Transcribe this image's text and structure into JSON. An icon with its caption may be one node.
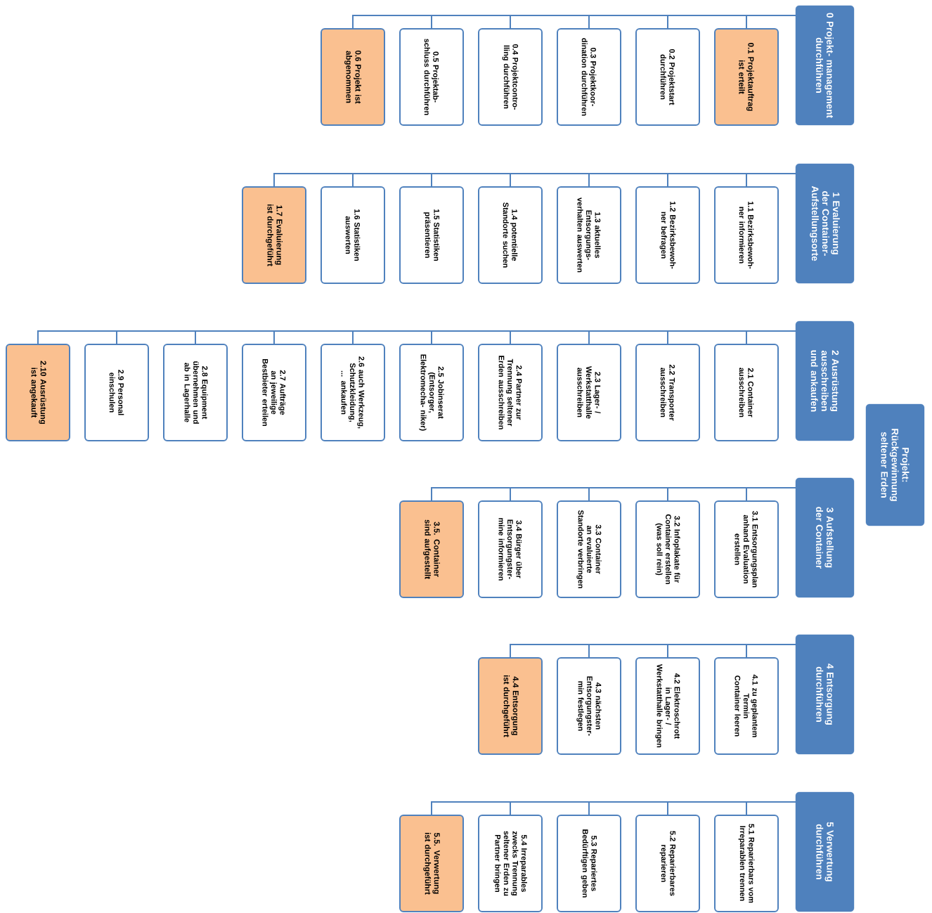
{
  "diagram": {
    "nodes": [
      {
        "text": [
          "Projekt: Rückgewinnung seltener Erden"
        ]
      },
      {
        "text": [
          "0 Projekt- management durchführen"
        ]
      },
      {
        "text": [
          "0.1 Projektauftrag ist erteilt"
        ]
      },
      {
        "text": [
          "0.2 Projektstart durchführen"
        ]
      },
      {
        "text": [
          "0.3 Projektkoor- dination durchführen"
        ]
      },
      {
        "text": [
          "0.4 Projektcontro- lling durchführen"
        ]
      },
      {
        "text": [
          "0.5 Projektab- schluss durchführen"
        ]
      },
      {
        "text": [
          "0.6 Projekt ist abgenommen"
        ]
      },
      {
        "text": [
          "1 Evaluierung der Container- Aufstellungsorte"
        ]
      },
      {
        "text": [
          "1.1 Bezirksbewoh- ner informieren"
        ]
      },
      {
        "text": [
          "1.2 Bezirksbewoh- ner befragen"
        ]
      },
      {
        "text": [
          "1.3 aktuelles Entsorgungs- verhalten auswerten"
        ]
      },
      {
        "text": [
          "1.4 potentielle Standorte suchen"
        ]
      },
      {
        "text": [
          "1.5 Statistiken präsentieren"
        ]
      },
      {
        "text": [
          "1.6 Statistiken auswerten"
        ]
      },
      {
        "text": [
          "1.7 Evaluierung ist durchgeführt"
        ]
      },
      {
        "text": [
          "2 Ausrüstung ausschreiben und ankaufen"
        ]
      },
      {
        "text": [
          "2.1 Container ausschreiben"
        ]
      },
      {
        "text": [
          "2.2 Transporter ausschreiben"
        ]
      },
      {
        "text": [
          "2.3 Lager- / Werkstatthalle ausschreiben"
        ]
      },
      {
        "text": [
          "2.4 Partner zur Trennung seltener Erden ausschreiben"
        ]
      },
      {
        "text": [
          "2.5 Jobinserat (Entsorger, Elektromecha- niker)"
        ]
      },
      {
        "text": [
          "2.6 auch Werkzeug, Schutzkleidung, ... ankaufen"
        ]
      },
      {
        "text": [
          "2.7 Aufträge an jeweilige Bestbieter erteilen"
        ]
      },
      {
        "text": [
          "2.8 Equipment übernehmen und ab in Lagerhalle"
        ]
      },
      {
        "text": [
          "2.9 Personal einschulen"
        ]
      },
      {
        "text": [
          "2.10 Ausrüstung ist angekauft"
        ]
      },
      {
        "text": [
          "3 Aufstellung der Container"
        ]
      },
      {
        "text": [
          "3.1 Entsorgungsplan anhand Evaluation erstellen"
        ]
      },
      {
        "text": [
          "3.2 Infoplakate für Container erstellen (was soll rein)"
        ]
      },
      {
        "text": [
          "3.3 Container an evaluierte Standorte verbringen"
        ]
      },
      {
        "text": [
          "3.4 Bürger über Entsorgungster- mine informieren"
        ]
      },
      {
        "text": [
          "3.5. Container sind aufgestellt"
        ]
      },
      {
        "text": [
          "4 Entsorgung durchführen"
        ]
      },
      {
        "text": [
          "4.1 zu geplantem Termin Container leeren"
        ]
      },
      {
        "text": [
          "4.2 Elektroschrott in Lager- / Werkstatthalle bringen"
        ]
      },
      {
        "text": [
          "4.3 nächsten Entsorgungster- min festlegen"
        ]
      },
      {
        "text": [
          "4.4 Entsorgung ist durchgeführt"
        ]
      },
      {
        "text": [
          "5 Verwertung durchführen"
        ]
      },
      {
        "text": [
          "5.1 Reparierbars vom Irreparablen trennen"
        ]
      },
      {
        "text": [
          "5.2 Reparierbares reparieren"
        ]
      },
      {
        "text": [
          "5.3 Repariertes Bedürftigen geben"
        ]
      },
      {
        "text": [
          "5.4 Irreparables zwecks Trennung seltener Erden zu Partner bringen"
        ]
      },
      {
        "text": [
          "5.5. Verwertung ist durchgeführt"
        ]
      }
    ],
    "edges": [
      {
        "from": 1,
        "to": 2,
        "arrow": "none"
      },
      {
        "from": 1,
        "to": 3,
        "arrow": "none"
      },
      {
        "from": 1,
        "to": 4,
        "arrow": "none"
      },
      {
        "from": 1,
        "to": 5,
        "arrow": "none"
      },
      {
        "from": 1,
        "to": 6,
        "arrow": "none"
      },
      {
        "from": 1,
        "to": 7,
        "arrow": "none"
      },
      {
        "from": 8,
        "to": 9,
        "arrow": "none"
      },
      {
        "from": 8,
        "to": 10,
        "arrow": "none"
      },
      {
        "from": 8,
        "to": 11,
        "arrow": "none"
      },
      {
        "from": 8,
        "to": 12,
        "arrow": "none"
      },
      {
        "from": 8,
        "to": 13,
        "arrow": "none"
      },
      {
        "from": 8,
        "to": 14,
        "arrow": "none"
      },
      {
        "from": 8,
        "to": 15,
        "arrow": "none"
      },
      {
        "from": 16,
        "to": 17,
        "arrow": "none"
      },
      {
        "from": 16,
        "to": 18,
        "arrow": "none"
      },
      {
        "from": 16,
        "to": 19,
        "arrow": "none"
      },
      {
        "from": 16,
        "to": 20,
        "arrow": "none"
      },
      {
        "from": 16,
        "to": 21,
        "arrow": "none"
      },
      {
        "from": 16,
        "to": 22,
        "arrow": "none"
      },
      {
        "from": 16,
        "to": 23,
        "arrow": "none"
      },
      {
        "from": 16,
        "to": 24,
        "arrow": "none"
      },
      {
        "from": 16,
        "to": 25,
        "arrow": "none"
      },
      {
        "from": 16,
        "to": 26,
        "arrow": "none"
      },
      {
        "from": 27,
        "to": 28,
        "arrow": "none"
      },
      {
        "from": 27,
        "to": 29,
        "arrow": "none"
      },
      {
        "from": 27,
        "to": 30,
        "arrow": "none"
      },
      {
        "from": 27,
        "to": 31,
        "arrow": "none"
      },
      {
        "from": 27,
        "to": 32,
        "arrow": "none"
      },
      {
        "from": 33,
        "to": 34,
        "arrow": "none"
      },
      {
        "from": 33,
        "to": 35,
        "arrow": "none"
      },
      {
        "from": 33,
        "to": 36,
        "arrow": "none"
      },
      {
        "from": 33,
        "to": 37,
        "arrow": "none"
      },
      {
        "from": 38,
        "to": 39,
        "arrow": "none"
      },
      {
        "from": 38,
        "to": 40,
        "arrow": "none"
      },
      {
        "from": 38,
        "to": 41,
        "arrow": "none"
      },
      {
        "from": 38,
        "to": 42,
        "arrow": "none"
      },
      {
        "from": 38,
        "to": 43,
        "arrow": "none"
      }
    ]
  }
}
